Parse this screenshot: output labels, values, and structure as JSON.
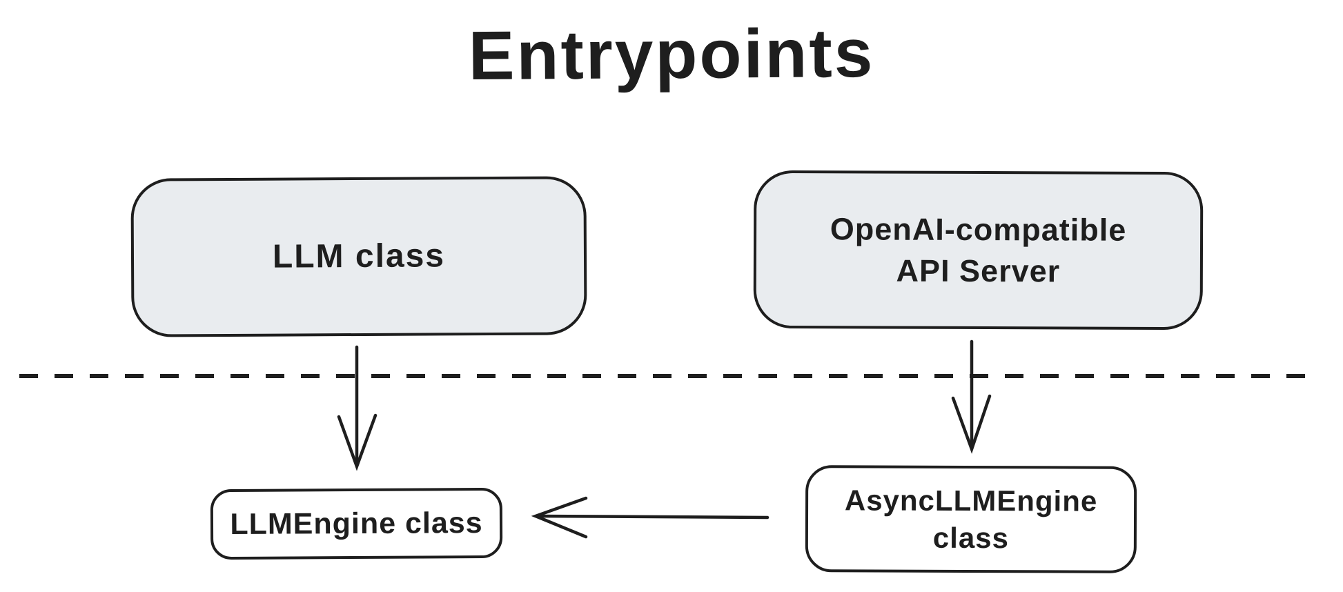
{
  "title": "Entrypoints",
  "colors": {
    "background": "#ffffff",
    "stroke": "#1e1e1e",
    "entrypoint_box_fill": "#e9ecef",
    "engine_box_fill": "#ffffff"
  },
  "boxes": {
    "llm": {
      "label": "LLM class"
    },
    "api_server": {
      "label_line1": "OpenAI-compatible",
      "label_line2": "API Server"
    },
    "llm_engine": {
      "label": "LLMEngine class"
    },
    "async_llm_engine": {
      "label_line1": "AsyncLLMEngine",
      "label_line2": "class"
    }
  },
  "edges": [
    {
      "from": "llm",
      "to": "llm_engine",
      "direction": "down",
      "style": "solid-arrow"
    },
    {
      "from": "api_server",
      "to": "async_llm_engine",
      "direction": "down",
      "style": "solid-arrow"
    },
    {
      "from": "async_llm_engine",
      "to": "llm_engine",
      "direction": "left",
      "style": "solid-arrow"
    }
  ],
  "divider": {
    "style": "dashed",
    "orientation": "horizontal"
  }
}
